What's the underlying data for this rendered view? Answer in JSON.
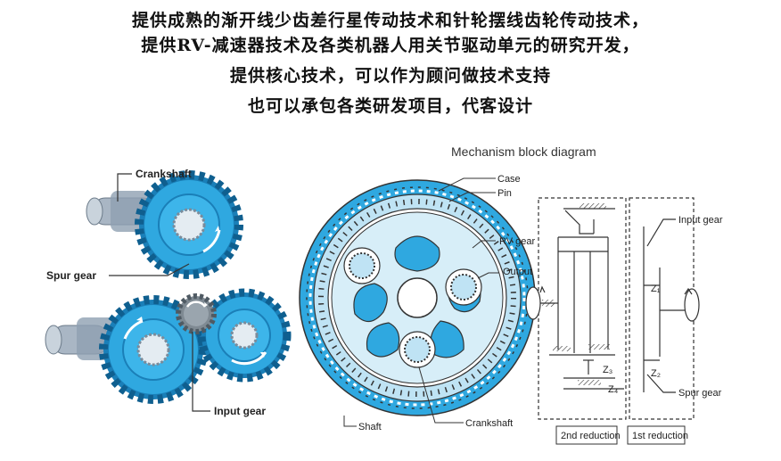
{
  "header": {
    "line1": "提供成熟的渐开线少齿差行星传动技术和针轮摆线齿轮传动技术，",
    "line2": "提供RV-减速器技术及各类机器人用关节驱动单元的研究开发，",
    "line3": "提供核心技术，可以作为顾问做技术支持",
    "line4": "也可以承包各类研发项目，代客设计"
  },
  "left_diagram": {
    "crankshaft": "Crankshaft",
    "spur_gear": "Spur gear",
    "input_gear": "Input gear"
  },
  "right_diagram": {
    "title": "Mechanism block diagram",
    "case": "Case",
    "pin": "Pin",
    "rv_gear": "RV gear",
    "output": "Output",
    "input_gear": "Input gear",
    "z1": "Z₁",
    "z2": "Z₂",
    "z3": "Z₃",
    "z4": "Z₄",
    "spur_gear": "Spur gear",
    "shaft": "Shaft",
    "crankshaft": "Crankshaft",
    "second_reduction": "2nd reduction",
    "first_reduction": "1st reduction"
  },
  "colors": {
    "gear_blue": "#2fa8e0",
    "gear_dark": "#1a7fb8",
    "disc_fill": "#bfe3f4"
  }
}
